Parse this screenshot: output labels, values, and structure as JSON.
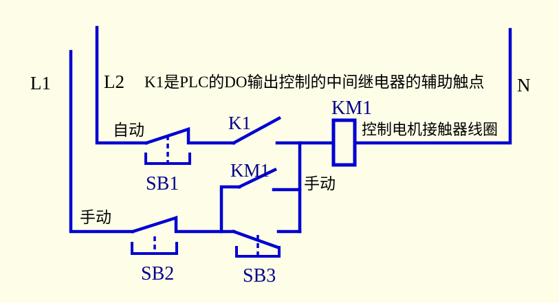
{
  "diagram": {
    "title": "K1是PLC的DO输出控制的中间继电器的辅助触点",
    "power_rails": {
      "l1": "L1",
      "l2": "L2",
      "n": "N"
    },
    "mode_labels": {
      "auto": "自动",
      "manual_left": "手动",
      "manual_right": "手动"
    },
    "components": {
      "k1_contact": "K1",
      "km1_contact": "KM1",
      "km1_coil": "KM1",
      "km1_coil_desc": "控制电机接触器线圈",
      "sb1": "SB1",
      "sb2": "SB2",
      "sb3": "SB3"
    },
    "colors": {
      "background": "#FEFEE8",
      "wire": "#0000D2",
      "component_label": "#00008B",
      "text": "#000000"
    }
  }
}
